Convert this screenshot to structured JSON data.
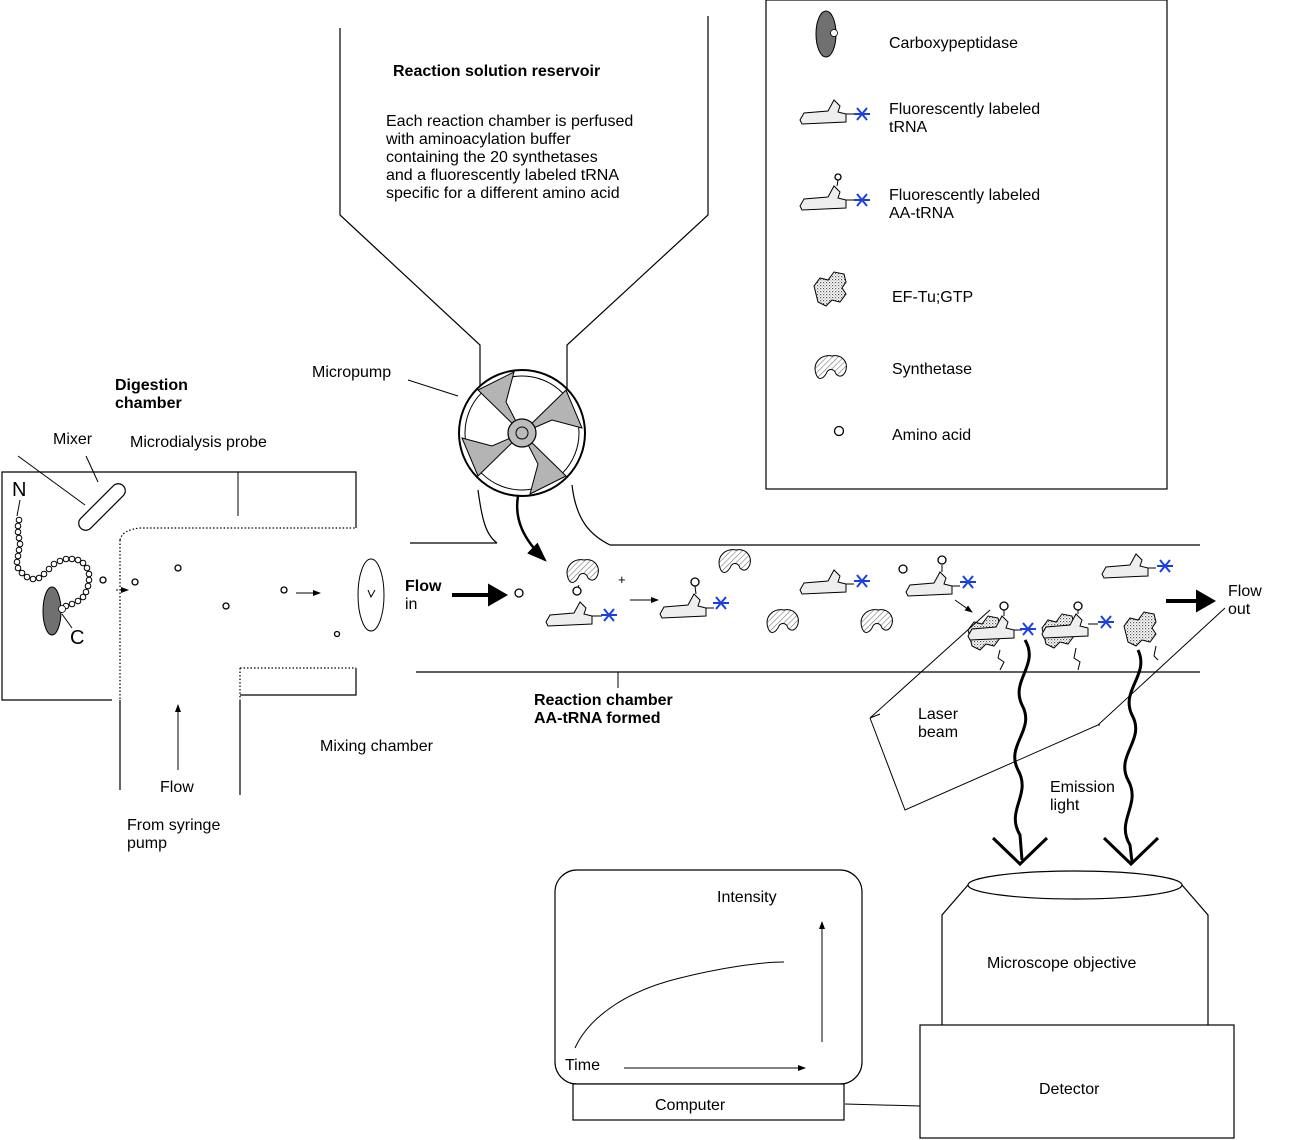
{
  "reservoir": {
    "title": "Reaction solution reservoir",
    "desc": [
      "Each reaction chamber is perfused",
      "with aminoacylation buffer",
      "containing the 20 synthetases",
      "and a fluorescently labeled tRNA",
      "specific for a different amino acid"
    ]
  },
  "legend": {
    "carboxypeptidase": "Carboxypeptidase",
    "trna": [
      "Fluorescently labeled",
      "tRNA"
    ],
    "aa_trna": [
      "Fluorescently labeled",
      "AA-tRNA"
    ],
    "eftu": "EF-Tu;GTP",
    "synthetase": "Synthetase",
    "amino_acid": "Amino acid"
  },
  "labels": {
    "micropump": "Micropump",
    "digestion": [
      "Digestion",
      "chamber"
    ],
    "mixer": "Mixer",
    "microdialysis": "Microdialysis probe",
    "n_term": "N",
    "c_term": "C",
    "flow_in": [
      "Flow",
      "in"
    ],
    "flow_out": [
      "Flow",
      "out"
    ],
    "reaction_chamber": [
      "Reaction chamber",
      "AA-tRNA formed"
    ],
    "mixing_chamber": "Mixing chamber",
    "flow": "Flow",
    "from_syringe": [
      "From syringe",
      "pump"
    ],
    "laser": [
      "Laser",
      "beam"
    ],
    "emission": [
      "Emission",
      "light"
    ],
    "objective": "Microscope objective",
    "detector": "Detector",
    "computer": "Computer",
    "intensity": "Intensity",
    "time": "Time",
    "plus": "+"
  },
  "colors": {
    "fluor": "#1a3fe0",
    "pump": "#b4b4b4",
    "enzyme": "#707070"
  }
}
